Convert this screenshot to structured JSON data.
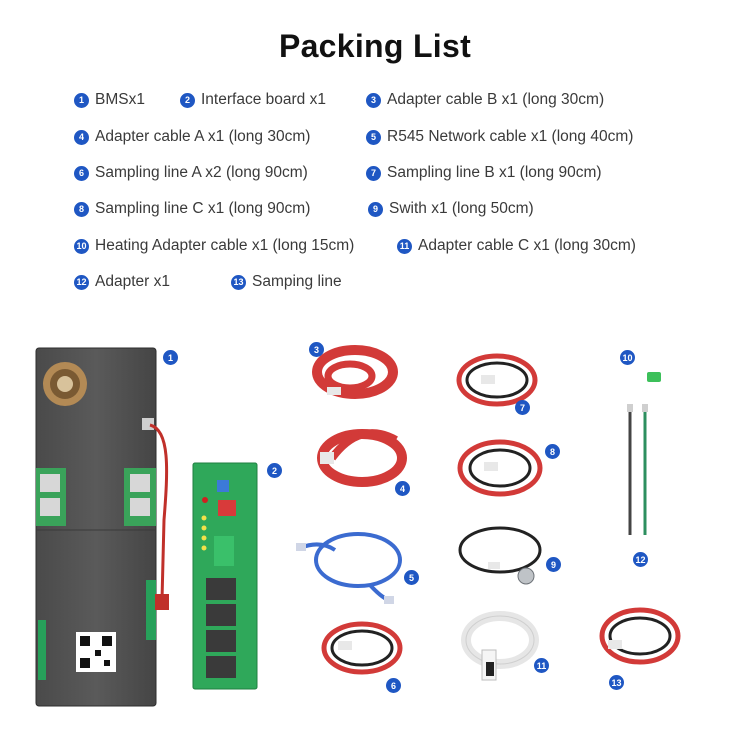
{
  "title": "Packing List",
  "accent_color": "#1f57c3",
  "items": [
    {
      "num": "1",
      "label": "BMSx1"
    },
    {
      "num": "2",
      "label": "Interface board x1"
    },
    {
      "num": "3",
      "label": "Adapter cable B x1 (long 30cm)"
    },
    {
      "num": "4",
      "label": "Adapter cable A x1 (long 30cm)"
    },
    {
      "num": "5",
      "label": "R545 Network cable x1 (long 40cm)"
    },
    {
      "num": "6",
      "label": "Sampling line A x2 (long 90cm)"
    },
    {
      "num": "7",
      "label": "Sampling line B x1 (long 90cm)"
    },
    {
      "num": "8",
      "label": "Sampling line C x1 (long 90cm)"
    },
    {
      "num": "9",
      "label": "Swith x1 (long 50cm)"
    },
    {
      "num": "10",
      "label": "Heating Adapter cable x1 (long 15cm)"
    },
    {
      "num": "11",
      "label": "Adapter cable C x1 (long 30cm)"
    },
    {
      "num": "12",
      "label": "Adapter x1"
    },
    {
      "num": "13",
      "label": "Samping line"
    }
  ],
  "photo_badges": [
    "1",
    "2",
    "3",
    "4",
    "5",
    "6",
    "7",
    "8",
    "9",
    "10",
    "11",
    "12",
    "13"
  ],
  "icons": {
    "bms_board": "bms-board-photo",
    "interface_board": "interface-board-photo",
    "red_cable": "red-ribbon-cable-photo",
    "network_cable": "network-cable-photo",
    "switch": "switch-cable-photo",
    "adapter": "green-adapter-photo"
  }
}
